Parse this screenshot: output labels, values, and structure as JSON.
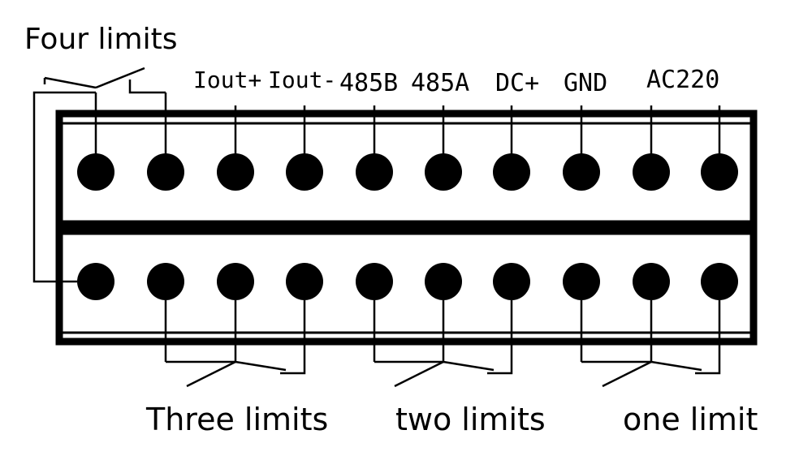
{
  "colors": {
    "ink": "#000000",
    "background": "#ffffff"
  },
  "limit_groups": {
    "four": "Four limits",
    "three": "Three limits",
    "two": "two limits",
    "one": "one limit"
  },
  "terminals": {
    "top": [
      {
        "id": "t1",
        "label": ""
      },
      {
        "id": "t2",
        "label": ""
      },
      {
        "id": "t3",
        "label": "Iout+"
      },
      {
        "id": "t4",
        "label": "Iout-"
      },
      {
        "id": "t5",
        "label": "485B"
      },
      {
        "id": "t6",
        "label": "485A"
      },
      {
        "id": "t7",
        "label": "DC+"
      },
      {
        "id": "t8",
        "label": "GND"
      },
      {
        "id": "t9",
        "label": "AC220"
      },
      {
        "id": "t10",
        "label": ""
      }
    ],
    "bottom_count": 10
  }
}
